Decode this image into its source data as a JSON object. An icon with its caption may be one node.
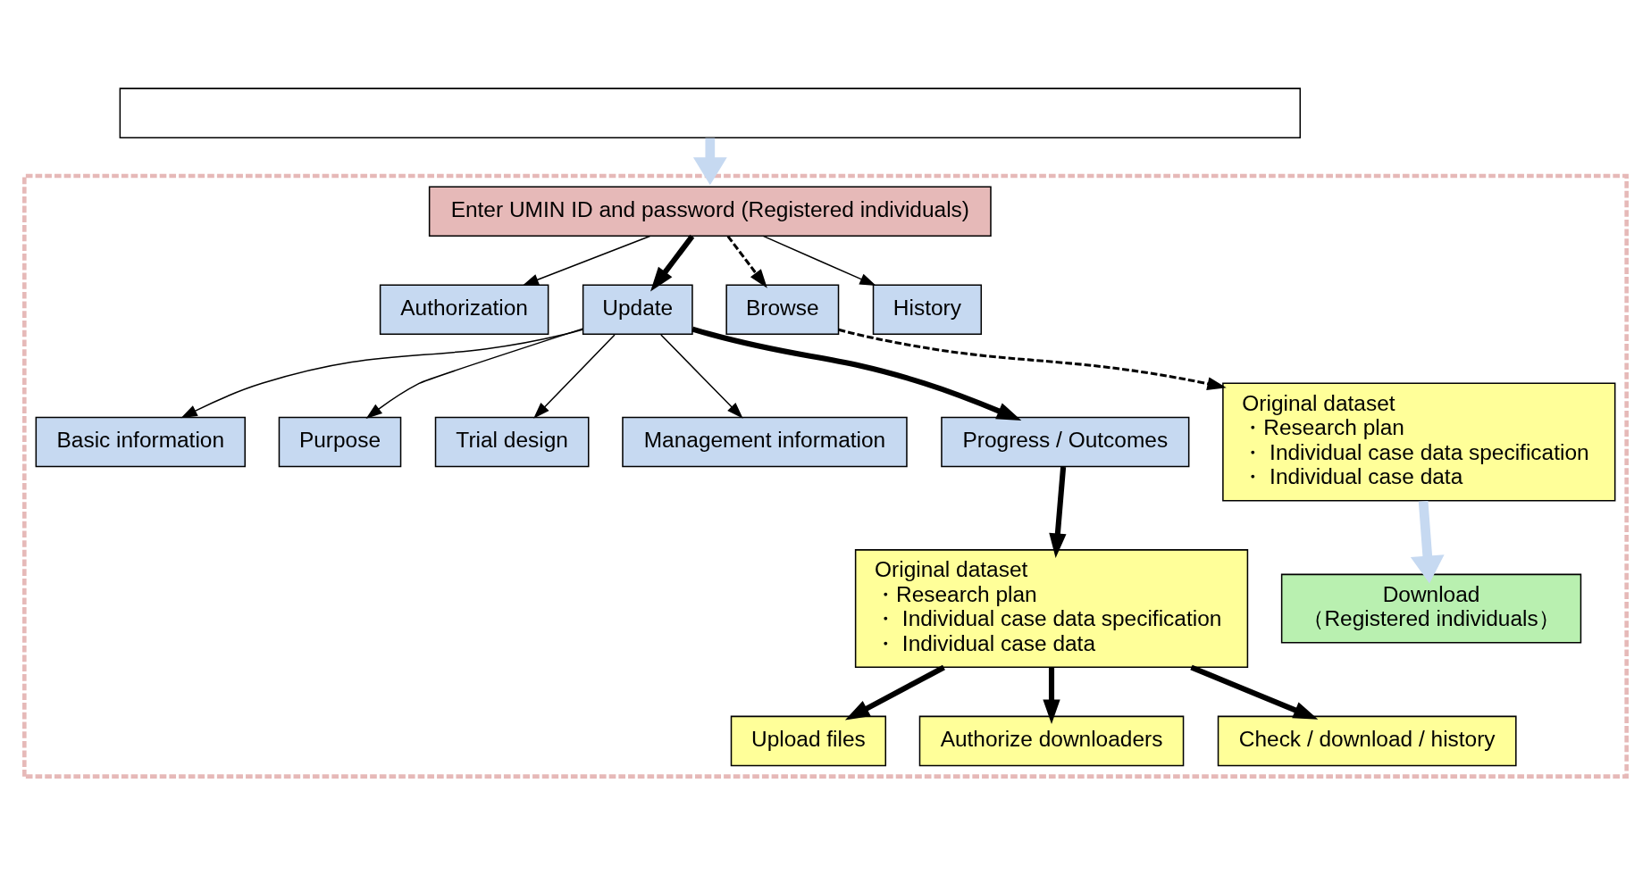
{
  "diagram": {
    "nodes": [
      {
        "text": [],
        "shape": "box"
      },
      {
        "text": [],
        "shape": "box"
      },
      {
        "text": [
          "Enter UMIN ID and password (Registered individuals)"
        ],
        "in": 1
      },
      {
        "text": [
          "Authorization"
        ],
        "in": 1
      },
      {
        "text": [
          "Update"
        ],
        "in": 1
      },
      {
        "text": [
          "Browse"
        ],
        "in": 1
      },
      {
        "text": [
          "History"
        ],
        "in": 1
      },
      {
        "text": [
          "Basic information"
        ],
        "in": 1
      },
      {
        "text": [
          "Purpose"
        ],
        "in": 1
      },
      {
        "text": [
          "Trial design"
        ],
        "in": 1
      },
      {
        "text": [
          "Management information"
        ],
        "in": 1
      },
      {
        "text": [
          "Progress / Outcomes"
        ],
        "in": 1
      },
      {
        "text": [
          "Original dataset",
          "・Research plan",
          "・ Individual case data specification",
          "・ Individual case data"
        ],
        "in": 1
      },
      {
        "text": [
          "Download",
          "（Registered individuals）"
        ],
        "in": 1
      },
      {
        "text": [
          "Original dataset",
          "・Research plan",
          "・ Individual case data specification",
          "・ Individual case data"
        ],
        "in": 1
      },
      {
        "text": [
          "Upload files"
        ],
        "in": 1
      },
      {
        "text": [
          "Authorize downloaders"
        ],
        "in": 1
      },
      {
        "text": [
          "Check / download / history"
        ],
        "in": 1
      }
    ],
    "edges": [
      {
        "from": 0,
        "to": 1,
        "arrow": "to",
        "style": "thick",
        "color": "#c6d9f1"
      },
      {
        "from": 2,
        "to": 3,
        "arrow": "to"
      },
      {
        "from": 2,
        "to": 4,
        "arrow": "to",
        "style": "thick"
      },
      {
        "from": 2,
        "to": 5,
        "arrow": "to",
        "style": "dashed"
      },
      {
        "from": 2,
        "to": 6,
        "arrow": "to"
      },
      {
        "from": 4,
        "to": 7,
        "arrow": "to"
      },
      {
        "from": 4,
        "to": 8,
        "arrow": "to"
      },
      {
        "from": 4,
        "to": 9,
        "arrow": "to"
      },
      {
        "from": 4,
        "to": 10,
        "arrow": "to"
      },
      {
        "from": 4,
        "to": 11,
        "arrow": "to",
        "style": "thick"
      },
      {
        "from": 11,
        "to": 14,
        "arrow": "to",
        "style": "thick"
      },
      {
        "from": 5,
        "to": 12,
        "arrow": "to",
        "style": "dashed"
      },
      {
        "from": 12,
        "to": 13,
        "arrow": "to",
        "style": "thick",
        "color": "#c6d9f1"
      },
      {
        "from": 14,
        "to": 15,
        "arrow": "to",
        "style": "thick"
      },
      {
        "from": 14,
        "to": 16,
        "arrow": "to",
        "style": "thick"
      },
      {
        "from": 14,
        "to": 17,
        "arrow": "to",
        "style": "thick"
      }
    ]
  }
}
